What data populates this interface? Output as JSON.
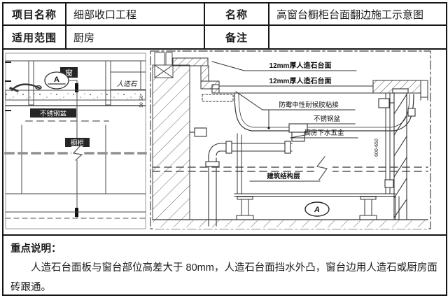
{
  "header": {
    "project_label": "项目名称",
    "project_value": "细部收口工程",
    "name_label": "名称",
    "name_value": "高窗台橱柜台面翻边施工示意图",
    "scope_label": "适用范围",
    "scope_value": "厨房",
    "remark_label": "备注",
    "remark_value": ""
  },
  "diagram": {
    "left": {
      "window_label": "窗",
      "section_marker": "A",
      "stone_label": "人造石",
      "sink_label": "不锈钢盆",
      "cabinet_label": "橱柜",
      "dims": [
        "50",
        "50"
      ]
    },
    "right": {
      "slab_label_1": "12mm厚人造石台面",
      "slab_label_2": "12mm厚人造石台面",
      "glue_label": "防霉中性耐候胶粘接",
      "sink_label": "不锈钢盆",
      "drain_label": "橱房下水五金",
      "structure_label": "建筑结构层",
      "section_marker": "A",
      "depth_dim": "600-650"
    }
  },
  "notes": {
    "title": "重点说明：",
    "body": "人造石台面板与窗台部位高差大于 80mm，人造石台面挡水外凸，窗台边用人造石或厨房面砖跟通。"
  },
  "colors": {
    "border": "#151515",
    "line": "#4a4a4a",
    "label_box": "#262626",
    "dash_gray": "#909090"
  }
}
